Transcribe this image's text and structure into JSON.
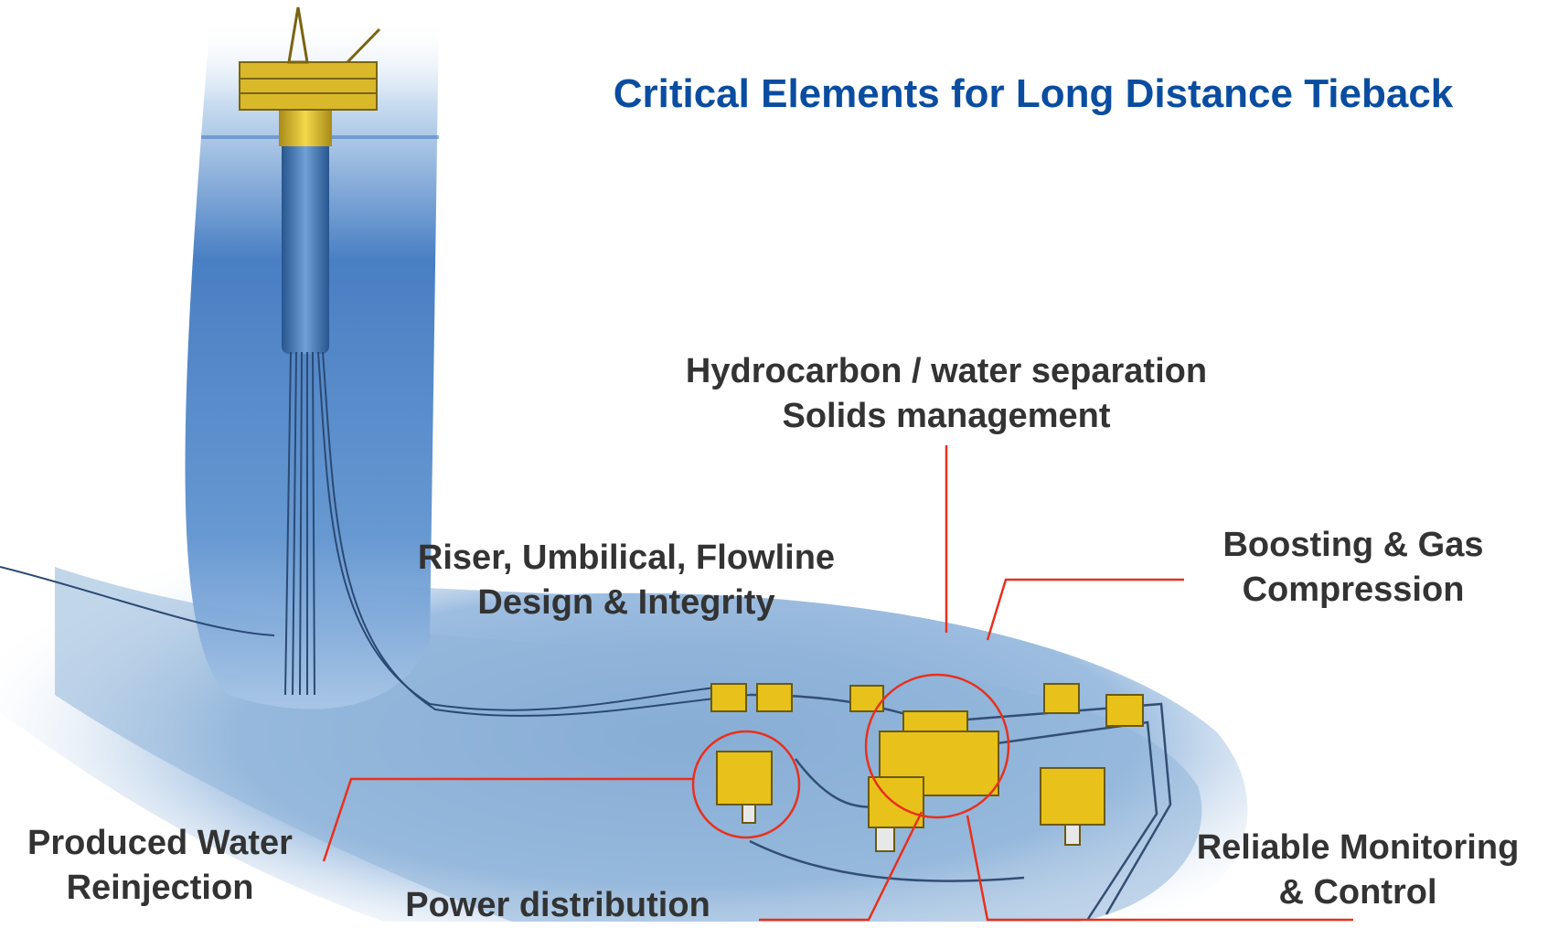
{
  "title": "Critical Elements for Long Distance Tieback",
  "colors": {
    "title": "#0a4da0",
    "label_text": "#333333",
    "callout": "#e8301c",
    "equipment": "#e8c21a",
    "seabed": "#8fb4d8",
    "water": "#2e6bb5"
  },
  "labels": {
    "separation": {
      "line1": "Hydrocarbon / water separation",
      "line2": "Solids management"
    },
    "riser": {
      "line1": "Riser, Umbilical, Flowline",
      "line2": "Design & Integrity"
    },
    "boosting": {
      "line1": "Boosting & Gas",
      "line2": "Compression"
    },
    "produced_water": {
      "line1": "Produced Water",
      "line2": "Reinjection"
    },
    "monitoring": {
      "line1": "Reliable Monitoring",
      "line2": "& Control"
    },
    "power": {
      "line1": "Power distribution"
    }
  }
}
